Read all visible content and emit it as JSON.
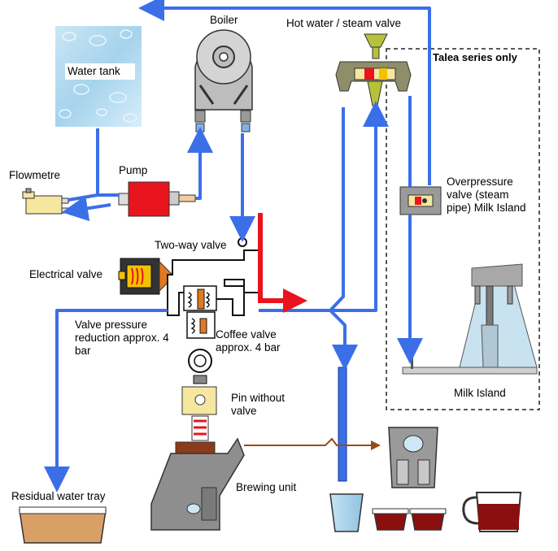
{
  "labels": {
    "boiler": "Boiler",
    "hot_water_valve": "Hot water / steam valve",
    "talea_only": "Talea series only",
    "water_tank": "Water tank",
    "flowmetre": "Flowmetre",
    "pump": "Pump",
    "overpressure_valve": "Overpressure valve (steam pipe) Milk Island",
    "two_way_valve": "Two-way valve",
    "electrical_valve": "Electrical valve",
    "valve_pressure_reduction": "Valve pressure reduction approx. 4 bar",
    "coffee_valve": "Coffee valve approx. 4 bar",
    "pin_without_valve": "Pin without valve",
    "milk_island": "Milk Island",
    "residual_water_tray": "Residual water tray",
    "brewing_unit": "Brewing unit"
  },
  "colors": {
    "water_pipe": "#3b6fe8",
    "coffee_flow": "#9a4a1a",
    "highlight_arrow": "#e8141e",
    "pump_body": "#e8141e",
    "machine_grey": "#9a9a9a",
    "valve_yellow": "#f5e6a0",
    "dispenser_green": "#b5c23a"
  }
}
